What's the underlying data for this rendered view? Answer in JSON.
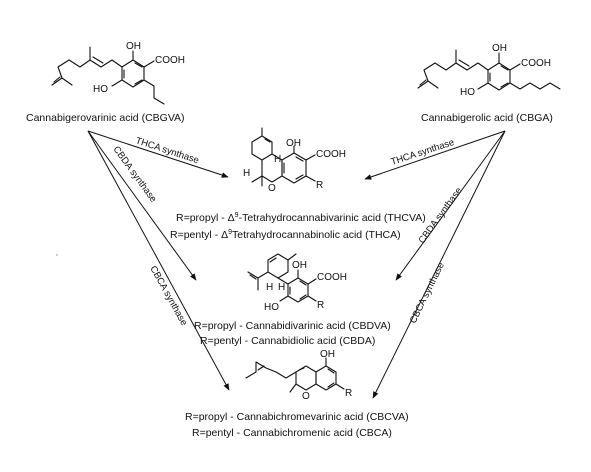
{
  "compounds": {
    "cbgva": {
      "name": "Cannabigerovarinic acid (CBGVA)",
      "oh": "OH",
      "cooh": "COOH",
      "ho": "HO"
    },
    "cbga": {
      "name": "Cannabigerolic acid (CBGA)",
      "oh": "OH",
      "cooh": "COOH",
      "ho": "HO"
    },
    "thc": {
      "line1_prefix": "R=propyl - Δ",
      "line1_sup": "9",
      "line1_suffix": "-Tetrahydrocannabivarinic acid (THCVA)",
      "line2_prefix": "R=pentyl - Δ",
      "line2_sup": "9",
      "line2_suffix": "Tetrahydrocannabinolic acid (THCA)",
      "oh": "OH",
      "cooh": "COOH",
      "o": "O",
      "r": "R",
      "h1": "H",
      "h2": "H"
    },
    "cbd": {
      "line1": "R=propyl - Cannabidivarinic acid (CBDVA)",
      "line2": "R=pentyl - Cannabidiolic acid (CBDA)",
      "oh": "OH",
      "cooh": "COOH",
      "ho": "HO",
      "r": "R",
      "h1": "H",
      "h2": "H"
    },
    "cbc": {
      "line1": "R=propyl - Cannabichromevarinic acid (CBCVA)",
      "line2": "R=pentyl - Cannabichromenic acid (CBCA)",
      "oh": "OH",
      "o": "O",
      "r": "R"
    }
  },
  "enzymes": {
    "thca_left": "THCA synthase",
    "cbda_left": "CBDA synthase",
    "cbca_left": "CBCA synthase",
    "thca_right": "THCA synthase",
    "cbda_right": "CBDA synthase",
    "cbca_right": "CBCA synthase"
  }
}
